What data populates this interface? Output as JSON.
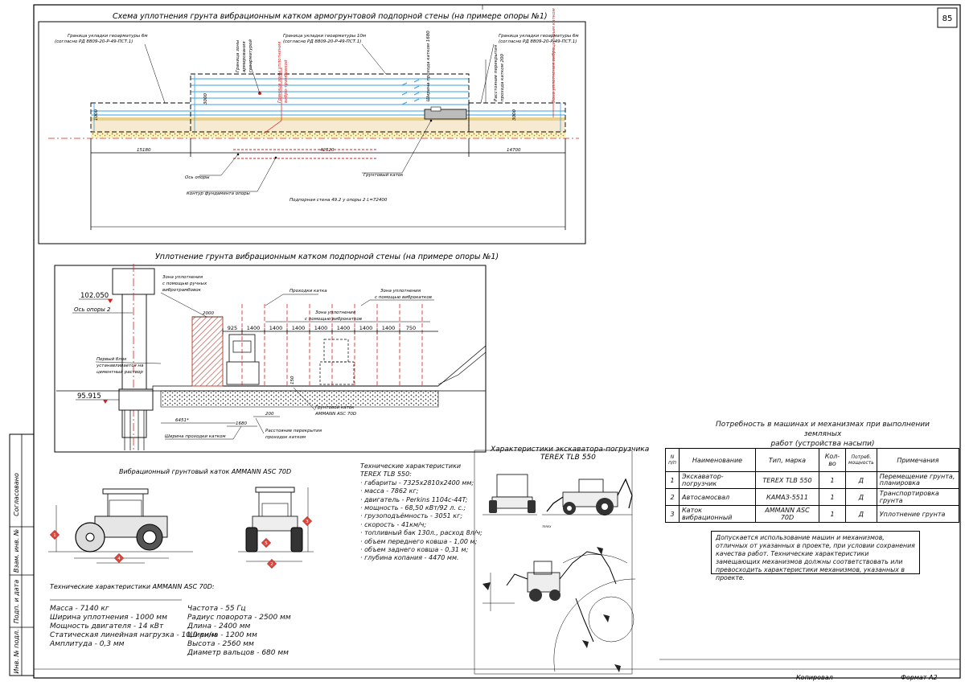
{
  "page_number": "85",
  "format_label": "Формат А2",
  "copied_label": "Копировал",
  "side_stamp": [
    "Согласовано",
    "Взам. инв. №",
    "Подп. и дата",
    "Инв. № подл."
  ],
  "scheme_top": {
    "title": "Схема уплотнения грунта вибрационным катком армогрунтовой подпорной стены (на примере опоры №1)",
    "geo_left_line1": "Граница укладки геоарматуры 6м",
    "geo_left_line2": "(согласно РД 8809-20-Р-49-ПСТ.1)",
    "geo_mid_line1": "Граница укладки геоарматуры 10м",
    "geo_mid_line2": "(согласно РД 8809-20-Р-49-ПСТ.1)",
    "geo_right_line1": "Граница укладки геоарматуры 6м",
    "geo_right_line2": "(согласно РД 8809-20-Р-49-ПСТ.1)",
    "v_zone1": "Граница зоны",
    "v_zone2": "армирования",
    "v_zone3": "геоарматурой",
    "v_wide": "Ширина прохода катком 1680",
    "v_overlap1": "Расстояние перекрытия",
    "v_overlap2": "прохода катком 200",
    "v_red_a": "Граница зоны уплотнения",
    "v_red_b": "вибро-трамбовкой",
    "v_red_right": "Зона уплотнения вибрационным катком",
    "dim_1000": "1000",
    "dim_3000": "3000",
    "dim_3000b": "3000",
    "dim_15180": "15180",
    "dim_42520": "42520",
    "dim_14700": "14700",
    "axis_label": "Ось опоры",
    "foundation_label": "Контур фундамента опоры",
    "roller_label": "Грунтовый каток",
    "wall_label": "Подпорная стена 49.2 у опоры 2 L=72400"
  },
  "scheme_section": {
    "title": "Уплотнение грунта вибрационным катком подпорной стены (на примере опоры №1)",
    "mark_top": "102.050",
    "axis2": "Ось опоры 2",
    "zone_hand1": "Зона уплотнения",
    "zone_hand2": "с помощью ручных",
    "zone_hand3": "вибротрамбовок",
    "passes": "Проходки катка",
    "zone_vib1": "Зона уплотнения",
    "zone_vib2": "с помощью виброкатков",
    "zone_vib3": "Зона уплотнения",
    "zone_vib4": "с помощью виброкатков",
    "dim_2000": "2000",
    "dims": [
      "925",
      "1400",
      "1400",
      "1400",
      "1400",
      "1400",
      "1400",
      "1400",
      "750"
    ],
    "first_block1": "Первый блок",
    "first_block2": "устанавливается на",
    "first_block3": "цементный раствор",
    "mark_bottom": "95.915",
    "dim_150": "150",
    "roller1": "Грунтовой каток",
    "roller2": "AMMANN ASC 70D",
    "dim_6451": "6451*",
    "dim_1680": "1680",
    "dim_200": "200",
    "width_label": "Ширина проходки катком",
    "overlap1": "Расстояние перекрытия",
    "overlap2": "проходок катком"
  },
  "roller": {
    "title": "Вибрационный грунтовый каток AMMANN ASC 70D",
    "spec_title": "Технические характеристики AMMANN ASC 70D:",
    "spec_left": [
      "Масса - 7140 кг",
      "Ширина уплотнения - 1000 мм",
      "Мощность двигателя - 14 кВт",
      "Статическая линейная нагрузка - 10,0 кн/м",
      "Амплитуда - 0,3 мм"
    ],
    "spec_right": [
      "Частота - 55 Гц",
      "Радиус поворота - 2500 мм",
      "Длина - 2400 мм",
      "Ширина - 1200 мм",
      "Высота - 2560 мм",
      "Диаметр вальцов - 680 мм"
    ],
    "badges": [
      "1",
      "4",
      "3",
      "5",
      "2"
    ]
  },
  "excavator": {
    "title_line1": "Характеристики экскаватора-погрузчика",
    "title_line2": "TEREX TLB 550",
    "spec_title_line1": "Технические характеристики",
    "spec_title_line2": "TEREX TLB 550:",
    "specs": [
      "габариты - 7325х2810х2400 мм;",
      "масса - 7862 кг;",
      "двигатель - Perkins 1104c-44T;",
      "мощность - 68,50 кВт/92 л. с.;",
      "грузоподъёмность - 3051 кг;",
      "скорость - 41км/ч;",
      "топливный бак 130л., расход 8л/ч;",
      "объем переднего ковша - 1,00 м;",
      "объем заднего ковша - 0,31 м;",
      "глубина копания - 4470 мм."
    ]
  },
  "machines": {
    "title_line1": "Потребность в машинах и механизмах при выполнении земляных",
    "title_line2": "работ (устройства насыпи)",
    "headers": [
      "N п/п",
      "Наименование",
      "Тип, марка",
      "Кол-во",
      "Потреб. мощность",
      "Примечания"
    ],
    "rows": [
      [
        "1",
        "Экскаватор-погрузчик",
        "TEREX TLB 550",
        "1",
        "Д",
        "Перемещение грунта, планировка"
      ],
      [
        "2",
        "Автосамосвал",
        "КАМАЗ-5511",
        "1",
        "Д",
        "Транспортировка грунта"
      ],
      [
        "3",
        "Каток вибрационный",
        "AMMANN ASC 70D",
        "1",
        "Д",
        "Уплотнение грунта"
      ]
    ],
    "note": "Допускается использование машин и механизмов, отличных от указанных в проекте, при условии сохранения качества работ. Технические характеристики замещающих механизмов должны соответствовать или превосходить характеристики механизмов, указанных в проекте."
  },
  "colors": {
    "line": "#000000",
    "blue": "#3aa0e0",
    "red": "#d61e1e",
    "hatch": "#b84a3a",
    "soil": "#f2e2b8",
    "gray": "#cfcfcf"
  }
}
